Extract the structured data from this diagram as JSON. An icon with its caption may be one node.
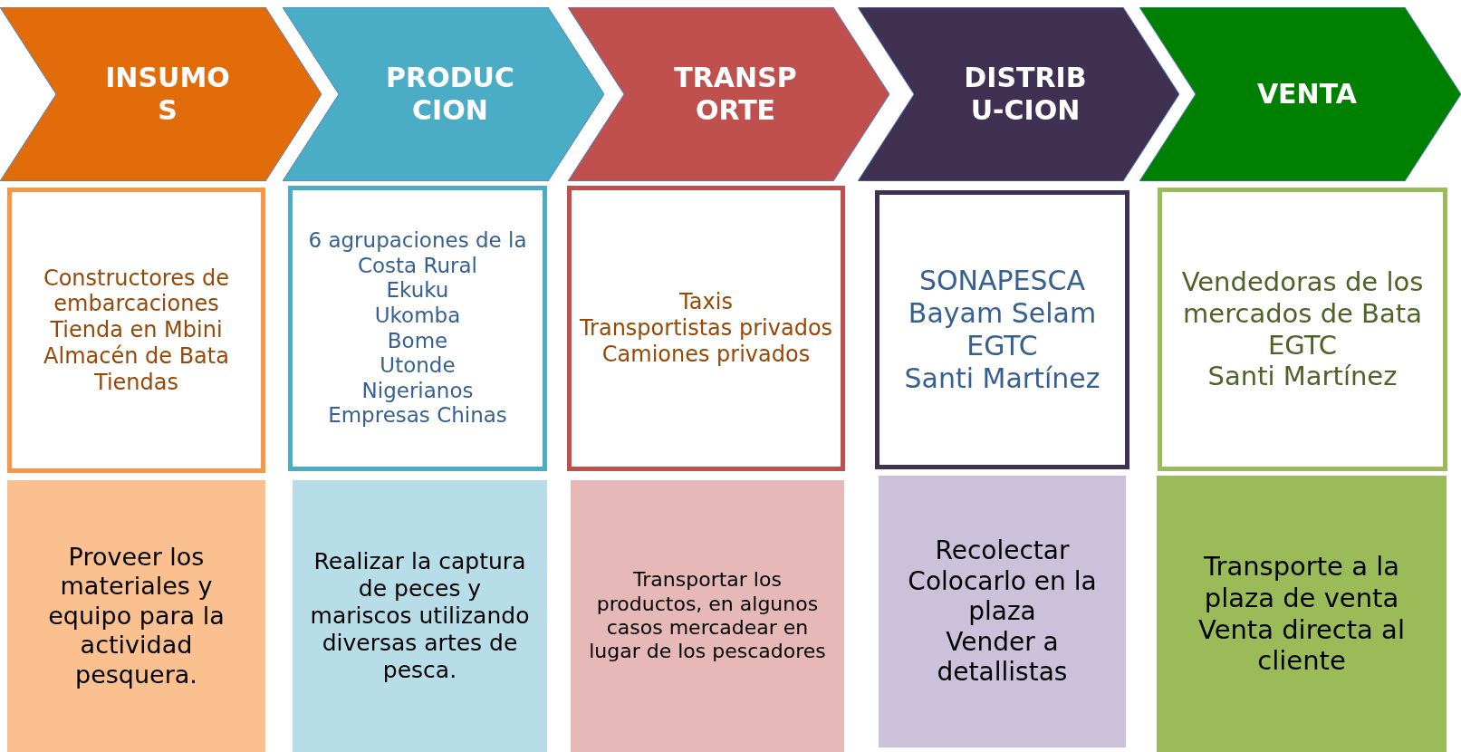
{
  "diagram": {
    "nodes": [
      {
        "text": [
          "INSUMOS"
        ]
      },
      {
        "text": [
          "PRODUCCION"
        ]
      },
      {
        "text": [
          "TRANSPORTE"
        ]
      },
      {
        "text": [
          "DISTRIBU-CION"
        ]
      },
      {
        "text": [
          "VENTA"
        ]
      },
      {
        "text": [
          "Constructores de embarcaciones",
          "Tienda en Mbini",
          "Almacén de Bata",
          "Tiendas"
        ]
      },
      {
        "text": [
          "Proveer los materiales y equipo para la actividad pesquera."
        ]
      },
      {
        "text": [
          "6 agrupaciones de la Costa Rural",
          "Ekuku",
          "Ukomba",
          "Bome",
          "Utonde",
          "Nigerianos",
          "Empresas Chinas"
        ]
      },
      {
        "text": [
          "Realizar la captura de peces y mariscos utilizando diversas artes de pesca."
        ]
      },
      {
        "text": [
          "Taxis",
          "Transportistas privados",
          "Camiones privados"
        ]
      },
      {
        "text": [
          "Transportar los productos, en algunos casos mercadear en lugar de los pescadores"
        ]
      },
      {
        "text": [
          "SONAPESCA",
          "Bayam Selam",
          "EGTC",
          "Santi Martínez"
        ]
      },
      {
        "text": [
          "Recolectar",
          "Colocarlo en la plaza",
          "Vender a detallistas"
        ]
      },
      {
        "text": [
          "Vendedoras de los mercados de Bata",
          "EGTC",
          "Santi Martínez"
        ]
      },
      {
        "text": [
          "Transporte a la plaza de venta",
          "Venta directa al cliente"
        ]
      }
    ]
  }
}
